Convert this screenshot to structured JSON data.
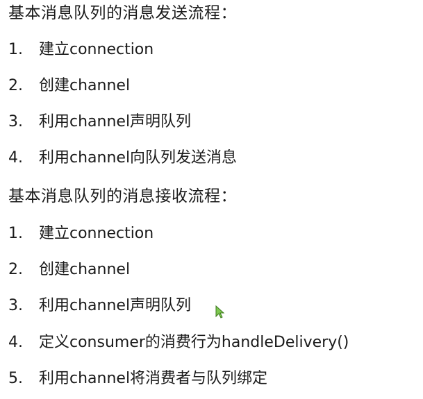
{
  "send_section": {
    "title": "基本消息队列的消息发送流程：",
    "steps": [
      {
        "num": "1.",
        "text": "建立connection"
      },
      {
        "num": "2.",
        "text": "创建channel"
      },
      {
        "num": "3.",
        "text": "利用channel声明队列"
      },
      {
        "num": "4.",
        "text": "利用channel向队列发送消息"
      }
    ]
  },
  "receive_section": {
    "title": "基本消息队列的消息接收流程：",
    "steps": [
      {
        "num": "1.",
        "text": "建立connection"
      },
      {
        "num": "2.",
        "text": "创建channel"
      },
      {
        "num": "3.",
        "text": "利用channel声明队列"
      },
      {
        "num": "4.",
        "text": "定义consumer的消费行为handleDelivery()"
      },
      {
        "num": "5.",
        "text": "利用channel将消费者与队列绑定"
      }
    ]
  },
  "cursor": {
    "icon": "mouse-pointer-icon",
    "color": "#7ec850"
  }
}
